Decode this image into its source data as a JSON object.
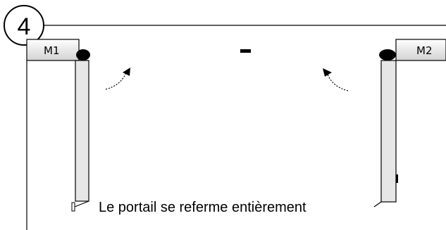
{
  "step": {
    "number": "4"
  },
  "motors": {
    "left_label": "M1",
    "right_label": "M2"
  },
  "center_mark": "-",
  "caption": "Le portail se referme entièrement",
  "colors": {
    "line": "#000000",
    "leaf_fill": "#e6e6e6",
    "pivot": "#000000",
    "background": "#ffffff"
  }
}
